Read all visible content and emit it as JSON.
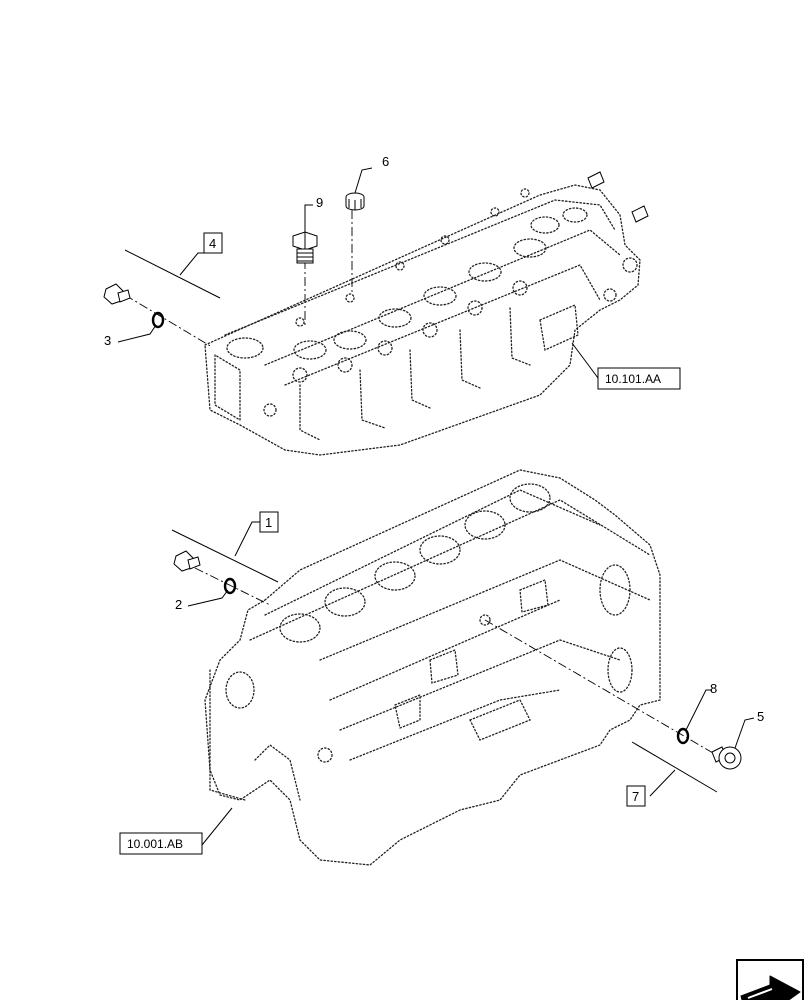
{
  "callouts": {
    "c1": "1",
    "c2": "2",
    "c3": "3",
    "c4": "4",
    "c5": "5",
    "c6": "6",
    "c7": "7",
    "c8": "8",
    "c9": "9"
  },
  "references": {
    "cylinder_head": "10.101.AA",
    "engine_block": "10.001.AB"
  },
  "icons": {
    "navigation": "arrow-icon"
  }
}
